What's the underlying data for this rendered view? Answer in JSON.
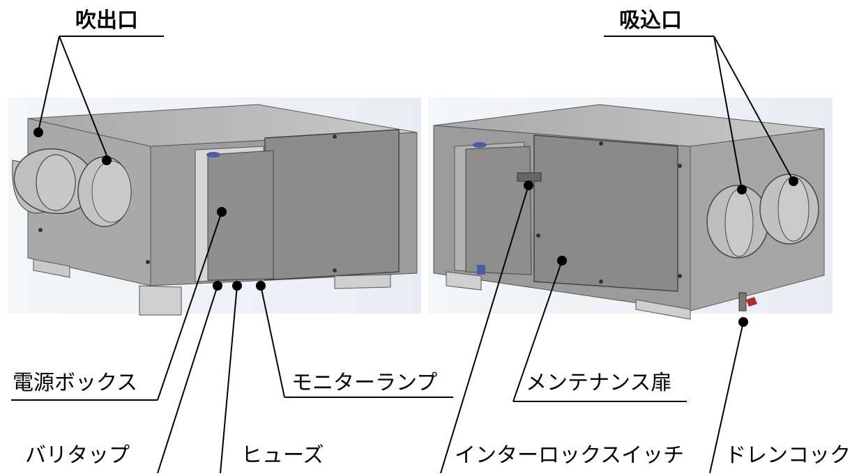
{
  "labels": {
    "outlet": "吹出口",
    "inlet": "吸込口",
    "power_box": "電源ボックス",
    "monitor_lamp": "モニターランプ",
    "maintenance_door": "メンテナンス扉",
    "vari_tap": "バリタップ",
    "fuse": "ヒューズ",
    "interlock_switch": "インターロックスイッチ",
    "drain_cock": "ドレンコック"
  }
}
